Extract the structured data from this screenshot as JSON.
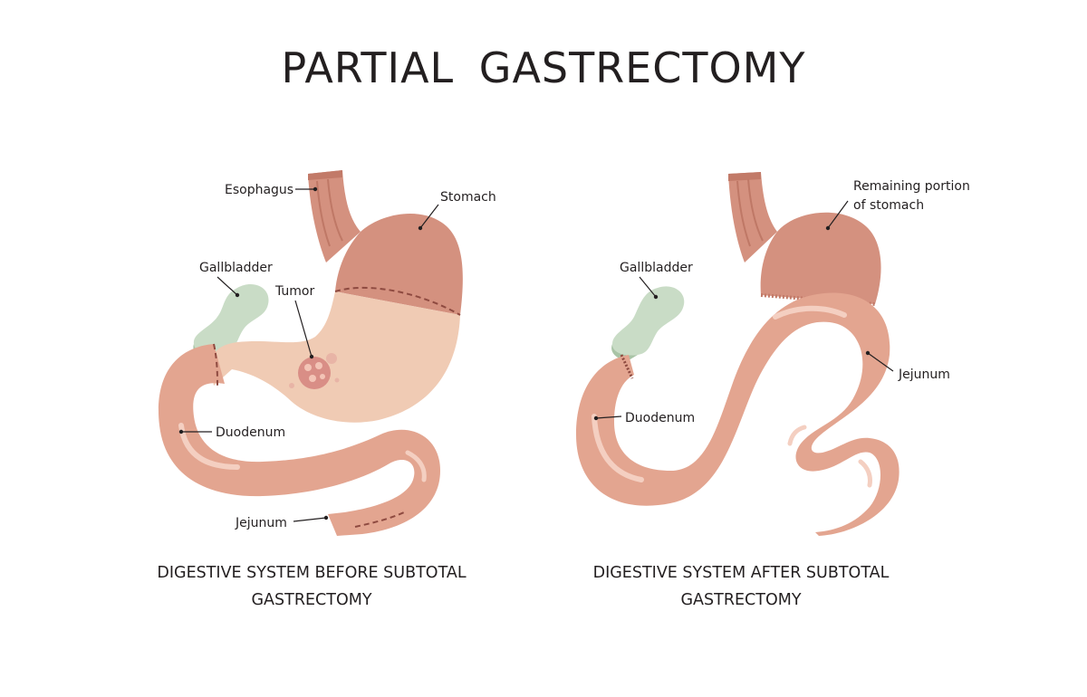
{
  "title": "PARTIAL  GASTRECTOMY",
  "before": {
    "caption_line1": "DIGESTIVE SYSTEM BEFORE SUBTOTAL",
    "caption_line2": "GASTRECTOMY",
    "labels": {
      "esophagus": "Esophagus",
      "stomach": "Stomach",
      "gallbladder": "Gallbladder",
      "tumor": "Tumor",
      "duodenum": "Duodenum",
      "jejunum": "Jejunum"
    }
  },
  "after": {
    "caption_line1": "DIGESTIVE SYSTEM AFTER SUBTOTAL",
    "caption_line2": "GASTRECTOMY",
    "labels": {
      "remaining_line1": "Remaining portion",
      "remaining_line2": "of stomach",
      "gallbladder": "Gallbladder",
      "jejunum": "Jejunum",
      "duodenum": "Duodenum"
    }
  },
  "colors": {
    "stomach_upper": "#d4917f",
    "stomach_lower": "#f0cbb4",
    "intestine": "#e3a590",
    "intestine_highlight": "#f4cfc1",
    "gallbladder": "#c9dcc6",
    "gallbladder_shadow": "#a9c4a6",
    "tumor": "#d98e86"
  }
}
